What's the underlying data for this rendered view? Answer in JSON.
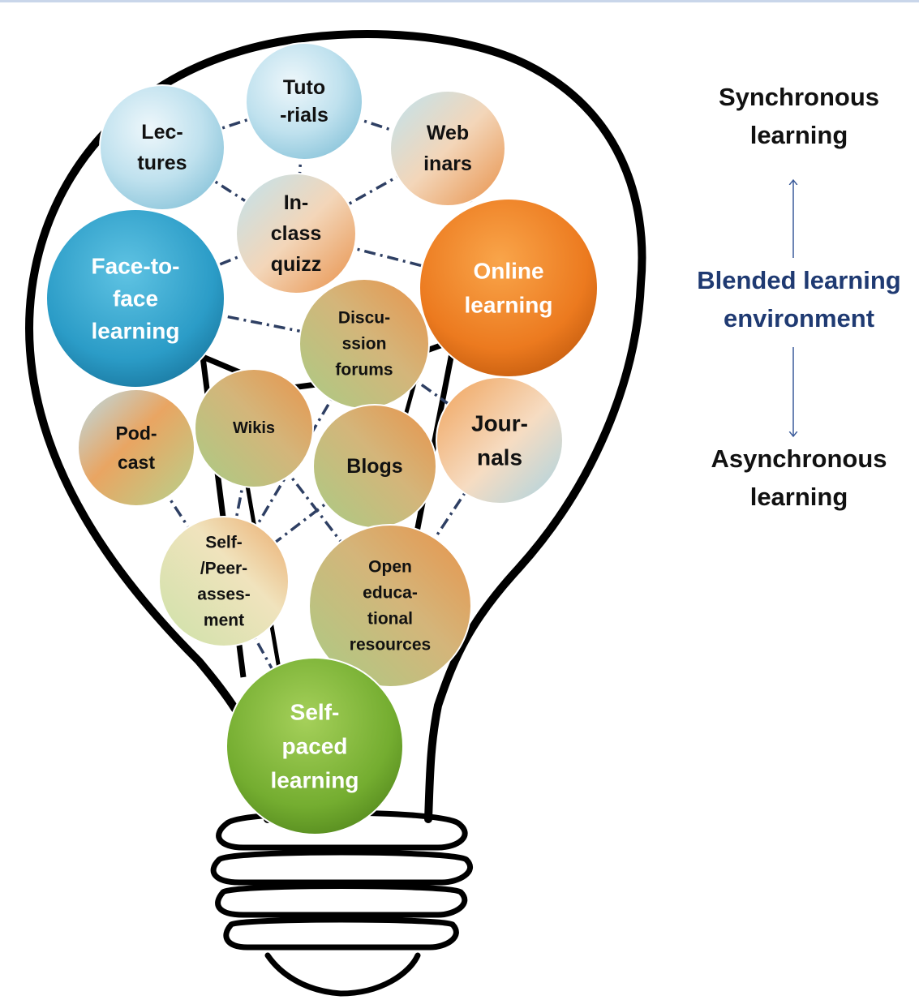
{
  "side_labels": {
    "top": [
      "Synchronous",
      "learning"
    ],
    "middle": [
      "Blended learning",
      "environment"
    ],
    "bottom": [
      "Asynchronous",
      "learning"
    ]
  },
  "colors": {
    "outline": "#000000",
    "connector": "#2e3f63",
    "blend_text": "#1f3a72",
    "arrow": "#3a5a9a"
  },
  "nodes": [
    {
      "id": "tutorials",
      "lines": [
        "Tuto",
        "-rials"
      ],
      "style": "lightblue"
    },
    {
      "id": "lectures",
      "lines": [
        "Lec-",
        "tures"
      ],
      "style": "lightblue"
    },
    {
      "id": "webinars",
      "lines": [
        "Web",
        "inars"
      ],
      "style": "blueorange"
    },
    {
      "id": "inclass",
      "lines": [
        "In-",
        "class",
        "quizz"
      ],
      "style": "blueorange"
    },
    {
      "id": "f2f",
      "lines": [
        "Face-to-",
        "face",
        "learning"
      ],
      "style": "blue"
    },
    {
      "id": "online",
      "lines": [
        "Online",
        "learning"
      ],
      "style": "orange"
    },
    {
      "id": "forums",
      "lines": [
        "Discu-",
        "ssion",
        "forums"
      ],
      "style": "greenorange"
    },
    {
      "id": "wikis",
      "lines": [
        "Wikis"
      ],
      "style": "greenorange"
    },
    {
      "id": "podcast",
      "lines": [
        "Pod-",
        "cast"
      ],
      "style": "bluegreenorange"
    },
    {
      "id": "blogs",
      "lines": [
        "Blogs"
      ],
      "style": "greenorange"
    },
    {
      "id": "journals",
      "lines": [
        "Jour-",
        "nals"
      ],
      "style": "orangeblue"
    },
    {
      "id": "selfpeer",
      "lines": [
        "Self-",
        "/Peer-",
        "asses-",
        "ment"
      ],
      "style": "lightgreenorange"
    },
    {
      "id": "oer",
      "lines": [
        "Open",
        "educa-",
        "tional",
        "resources"
      ],
      "style": "greenorange"
    },
    {
      "id": "selfpaced",
      "lines": [
        "Self-",
        "paced",
        "learning"
      ],
      "style": "green"
    }
  ],
  "edges": [
    [
      "lectures",
      "tutorials"
    ],
    [
      "tutorials",
      "webinars"
    ],
    [
      "tutorials",
      "inclass"
    ],
    [
      "lectures",
      "inclass"
    ],
    [
      "webinars",
      "inclass"
    ],
    [
      "webinars",
      "online"
    ],
    [
      "inclass",
      "online"
    ],
    [
      "inclass",
      "f2f"
    ],
    [
      "lectures",
      "f2f"
    ],
    [
      "f2f",
      "forums"
    ],
    [
      "f2f",
      "podcast"
    ],
    [
      "online",
      "journals"
    ],
    [
      "forums",
      "journals"
    ],
    [
      "forums",
      "selfpeer"
    ],
    [
      "wikis",
      "oer"
    ],
    [
      "blogs",
      "oer"
    ],
    [
      "blogs",
      "selfpeer"
    ],
    [
      "wikis",
      "selfpeer"
    ],
    [
      "podcast",
      "selfpeer"
    ],
    [
      "journals",
      "oer"
    ],
    [
      "selfpeer",
      "selfpaced"
    ],
    [
      "oer",
      "selfpaced"
    ]
  ]
}
